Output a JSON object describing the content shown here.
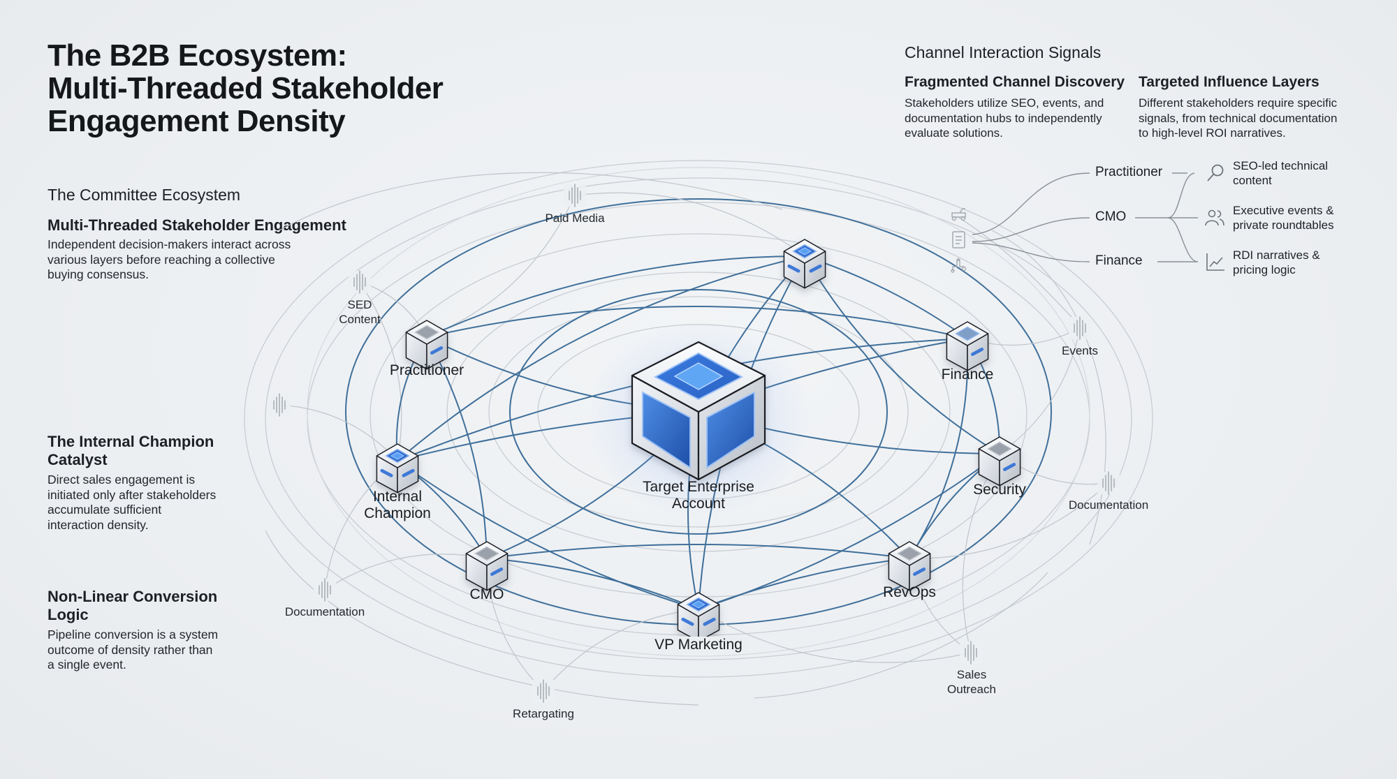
{
  "title": {
    "lines": [
      "The B2B Ecosystem:",
      "Multi-Threaded Stakeholder",
      "Engagement Density"
    ]
  },
  "left_panel": {
    "committee": {
      "kicker": "The Committee Ecosystem",
      "heading": "Multi-Threaded Stakeholder Engagement",
      "body_lines": [
        "Independent decision-makers interact across",
        "various layers before reaching a collective",
        "buying consensus."
      ]
    },
    "champion": {
      "heading_lines": [
        "The Internal Champion",
        "Catalyst"
      ],
      "body_lines": [
        "Direct sales engagement is",
        "initiated only after stakeholders",
        "accumulate sufficient",
        "interaction density."
      ]
    },
    "conversion": {
      "heading_lines": [
        "Non-Linear Conversion",
        "Logic"
      ],
      "body_lines": [
        "Pipeline conversion is a system",
        "outcome of density rather than",
        "a single event."
      ]
    }
  },
  "right_panel": {
    "kicker": "Channel Interaction Signals",
    "discovery": {
      "heading": "Fragmented Channel Discovery",
      "body_lines": [
        "Stakeholders utilize SEO, events, and",
        "documentation hubs to independently",
        "evaluate solutions."
      ]
    },
    "influence": {
      "heading": "Targeted Influence Layers",
      "body_lines": [
        "Different stakeholders require specific",
        "signals, from technical documentation",
        "to high-level ROI narratives."
      ]
    },
    "tree": {
      "source_icons": [
        "vehicle-icon",
        "document-icon",
        "workflow-icon"
      ],
      "roles": [
        "Practitioner",
        "CMO",
        "Finance"
      ],
      "outcomes": [
        {
          "icon": "search-icon",
          "lines": [
            "SEO-led technical",
            "content"
          ]
        },
        {
          "icon": "people-icon",
          "lines": [
            "Executive events &",
            "private roundtables"
          ]
        },
        {
          "icon": "line-chart-icon",
          "lines": [
            "RDI narratives &",
            "pricing logic"
          ]
        }
      ]
    }
  },
  "diagram": {
    "center": {
      "label_lines": [
        "Target Enterprise",
        "Account"
      ]
    },
    "stakeholders": [
      {
        "id": "top",
        "label_lines": []
      },
      {
        "id": "practitioner",
        "label_lines": [
          "Practitioner"
        ]
      },
      {
        "id": "finance",
        "label_lines": [
          "Finance"
        ]
      },
      {
        "id": "internal-champion",
        "label_lines": [
          "Internal",
          "Champion"
        ]
      },
      {
        "id": "security",
        "label_lines": [
          "Security"
        ]
      },
      {
        "id": "cmo",
        "label_lines": [
          "CMO"
        ]
      },
      {
        "id": "revops",
        "label_lines": [
          "RevOps"
        ]
      },
      {
        "id": "vp-marketing",
        "label_lines": [
          "VP Marketing"
        ]
      }
    ],
    "signals": [
      {
        "id": "paid-media",
        "label_lines": [
          "Paid Media"
        ]
      },
      {
        "id": "sed-content",
        "label_lines": [
          "SED",
          "Content"
        ]
      },
      {
        "id": "unlabeled-left",
        "label_lines": []
      },
      {
        "id": "events",
        "label_lines": [
          "Events"
        ]
      },
      {
        "id": "documentation-right",
        "label_lines": [
          "Documentation"
        ]
      },
      {
        "id": "documentation-left",
        "label_lines": [
          "Documentation"
        ]
      },
      {
        "id": "retargating",
        "label_lines": [
          "Retargating"
        ]
      },
      {
        "id": "sales-outreach",
        "label_lines": [
          "Sales",
          "Outreach"
        ]
      }
    ],
    "colors": {
      "connection": "#3f6f9a",
      "orbit": "#c9ced4",
      "accent_blue": "#2f6fd6",
      "cube_face": "#dfe3e8"
    }
  }
}
